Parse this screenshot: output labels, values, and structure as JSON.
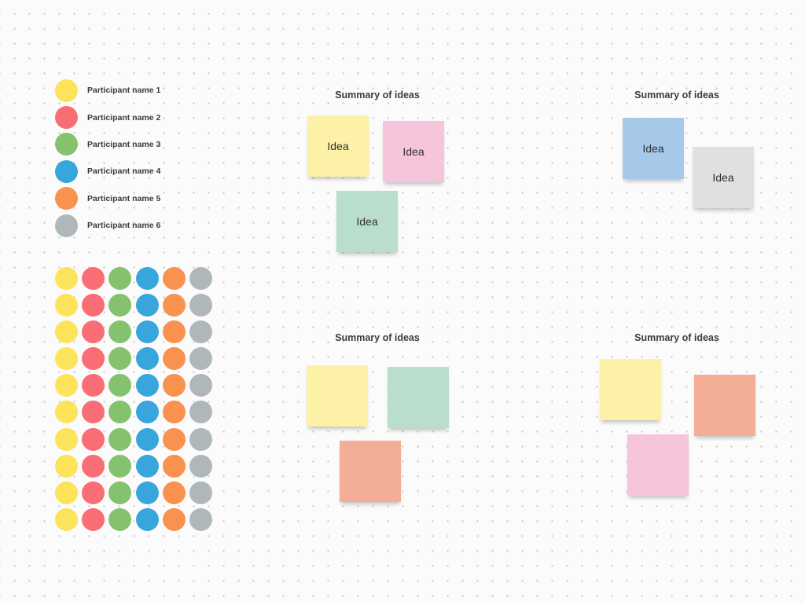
{
  "colors": {
    "yellow": "#fde35a",
    "red": "#f96e75",
    "green": "#85c26e",
    "blue": "#38a6dc",
    "orange": "#f8924e",
    "gray": "#b0b7bb"
  },
  "participants": [
    {
      "name": "Participant name 1",
      "color": "#fde35a"
    },
    {
      "name": "Participant name 2",
      "color": "#f96e75"
    },
    {
      "name": "Participant name 3",
      "color": "#85c26e"
    },
    {
      "name": "Participant name 4",
      "color": "#38a6dc"
    },
    {
      "name": "Participant name 5",
      "color": "#f8924e"
    },
    {
      "name": "Participant name 6",
      "color": "#b0b7bb"
    }
  ],
  "vote_dots": {
    "rows": 10,
    "column_colors": [
      "#fde35a",
      "#f96e75",
      "#85c26e",
      "#38a6dc",
      "#f8924e",
      "#b0b7bb"
    ]
  },
  "sticky_colors": {
    "yellow": "#fdf1a7",
    "pink": "#f6c4db",
    "mint": "#b9dfcc",
    "blue": "#a6c9ea",
    "gray": "#e0e0e0",
    "salmon": "#f4ae98"
  },
  "sections": [
    {
      "title": "Summary of ideas",
      "stickies": [
        {
          "text": "Idea",
          "color": "#fdf1a7"
        },
        {
          "text": "Idea",
          "color": "#f6c4db"
        },
        {
          "text": "Idea",
          "color": "#b9dfcc"
        }
      ]
    },
    {
      "title": "Summary of ideas",
      "stickies": [
        {
          "text": "Idea",
          "color": "#a6c9ea"
        },
        {
          "text": "Idea",
          "color": "#e0e0e0"
        }
      ]
    },
    {
      "title": "Summary of ideas",
      "stickies": [
        {
          "text": "",
          "color": "#fdf1a7"
        },
        {
          "text": "",
          "color": "#b9dfcc"
        },
        {
          "text": "",
          "color": "#f4ae98"
        }
      ]
    },
    {
      "title": "Summary of ideas",
      "stickies": [
        {
          "text": "",
          "color": "#fdf1a7"
        },
        {
          "text": "",
          "color": "#f4ae98"
        },
        {
          "text": "",
          "color": "#f6c4db"
        }
      ]
    }
  ]
}
